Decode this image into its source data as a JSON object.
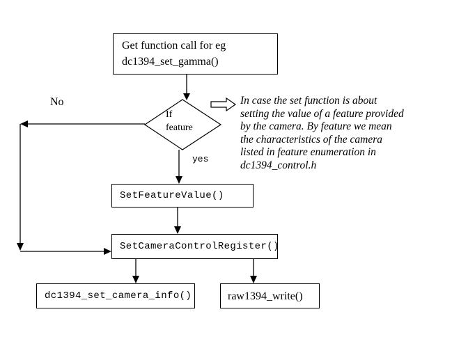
{
  "nodes": {
    "get_function_call": {
      "line1": "Get function call for eg",
      "line2": "dc1394_set_gamma()"
    },
    "decision": {
      "line1": "If",
      "line2": "feature"
    },
    "set_feature_value": {
      "label": "SetFeatureValue()"
    },
    "set_camera_control_register": {
      "label": "SetCameraControlRegister()"
    },
    "dc1394_set_camera_info": {
      "label": "dc1394_set_camera_info()"
    },
    "raw1394_write": {
      "label": "raw1394_write()"
    }
  },
  "edge_labels": {
    "no": "No",
    "yes": "yes"
  },
  "annotation": {
    "lines": [
      "In case the set function is about",
      "setting the value of a feature provided",
      "by the camera. By feature we mean",
      "the characteristics of the camera",
      "listed in feature enumeration in",
      "dc1394_control.h"
    ]
  },
  "colors": {
    "line": "#000000",
    "box_border": "#000000",
    "box_fill": "#ffffff",
    "background": "#ffffff",
    "text": "#000000"
  }
}
